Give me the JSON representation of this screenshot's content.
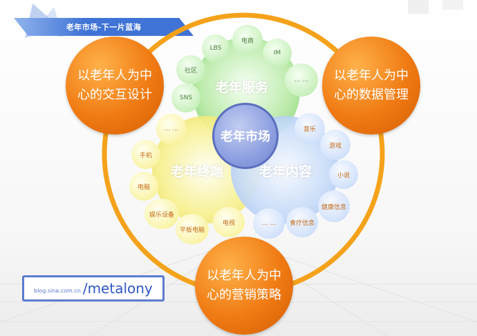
{
  "banner": {
    "title": "老年市场-下一片蓝海"
  },
  "center": {
    "label": "老年市场"
  },
  "sectors": {
    "service": {
      "label": "老年服务",
      "items": [
        "LBS",
        "电商",
        "IM",
        "社区",
        "SNS",
        "… …"
      ]
    },
    "terminal": {
      "label": "老年终端",
      "items": [
        "… …",
        "手机",
        "电脑",
        "娱乐设备",
        "平板电脑",
        "电视"
      ]
    },
    "content": {
      "label": "老年内容",
      "items": [
        "音乐",
        "游戏",
        "小说",
        "健康信息",
        "食疗信息",
        "… …"
      ]
    }
  },
  "strategies": {
    "interaction": {
      "line1": "以老年人为中",
      "line2": "心的交互设计"
    },
    "data": {
      "line1": "以老年人为中",
      "line2": "心的数据管理"
    },
    "marketing": {
      "line1": "以老年人为中",
      "line2": "心的营销策略"
    }
  },
  "watermark": {
    "prefix": "blog.sina.com.cn",
    "name": "/metalony"
  },
  "colors": {
    "ring": "#f5a21b",
    "orange": "#f07a12",
    "center": "#8d9fe0",
    "green": "#c9f0bd",
    "yellow": "#faf4a8",
    "blue": "#d2e2fb"
  }
}
